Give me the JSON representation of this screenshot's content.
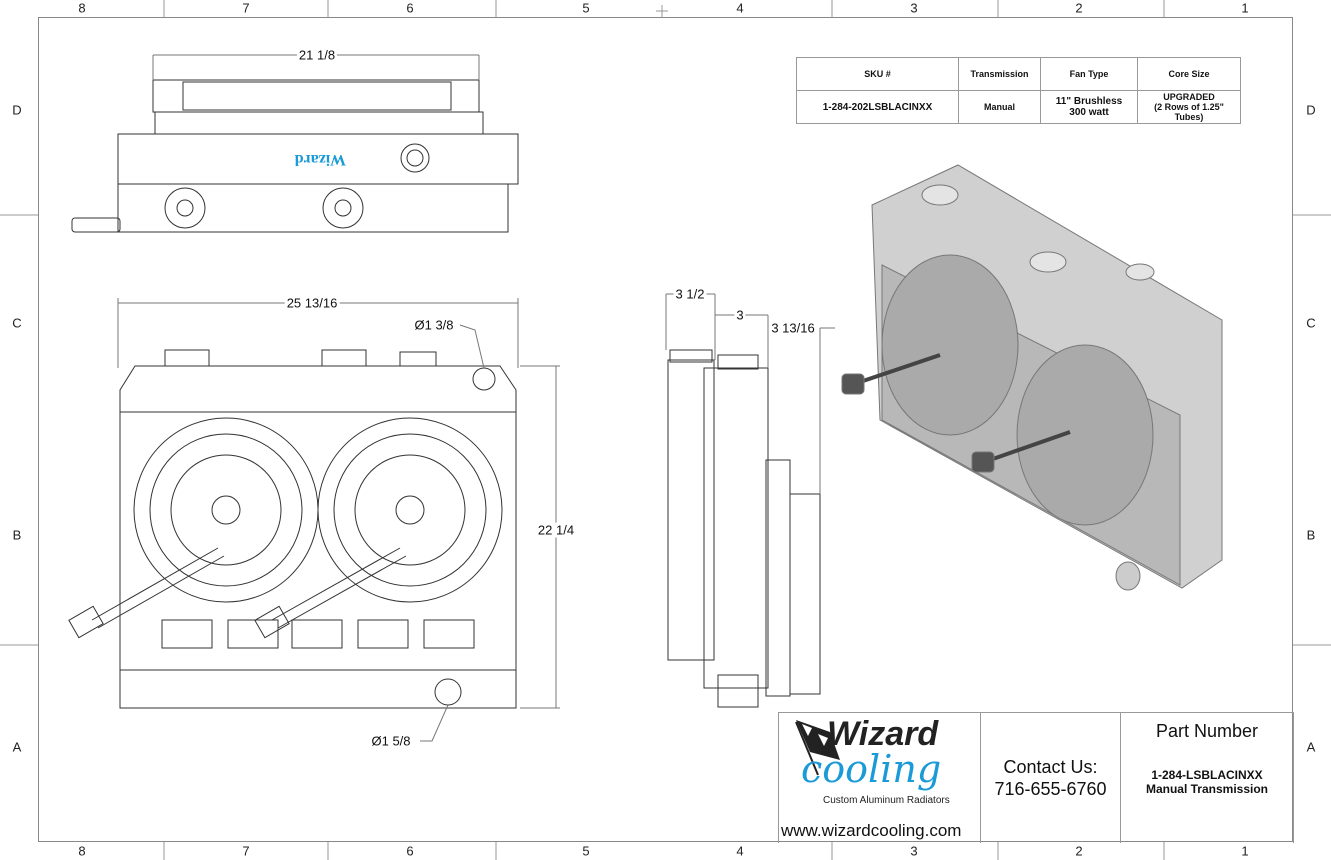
{
  "zones": {
    "columns": [
      "8",
      "7",
      "6",
      "5",
      "4",
      "3",
      "2",
      "1"
    ],
    "rows": [
      "D",
      "C",
      "B",
      "A"
    ]
  },
  "dimensions": {
    "top_view_width": "21 1/8",
    "front_view_width": "25 13/16",
    "upper_port_diameter": "Ø1 3/8",
    "front_view_height": "22 1/4",
    "lower_port_diameter": "Ø1 5/8",
    "side_depth_overall": "3 1/2",
    "side_core_depth": "3",
    "side_depth_with_fans": "3 13/16"
  },
  "spec_table": {
    "headers": [
      "SKU #",
      "Transmission",
      "Fan Type",
      "Core Size"
    ],
    "row": {
      "sku": "1-284-202LSBLACINXX",
      "transmission": "Manual",
      "fan_type_line1": "11\" Brushless",
      "fan_type_line2": "300 watt",
      "core_size_line1": "UPGRADED",
      "core_size_line2": "(2 Rows of 1.25\" Tubes)"
    }
  },
  "title_block": {
    "logo_word1": "Wizard",
    "logo_word2": "cooling",
    "tagline": "Custom Aluminum Radiators",
    "website": "www.wizardcooling.com",
    "contact_label": "Contact Us:",
    "phone": "716-655-6760",
    "part_number_label": "Part Number",
    "part_number": "1-284-LSBLACINXX",
    "part_description": "Manual Transmission"
  },
  "colors": {
    "logo_blue": "#1a9ad6",
    "line": "#333333",
    "render_gray": "#c8c8c8"
  }
}
